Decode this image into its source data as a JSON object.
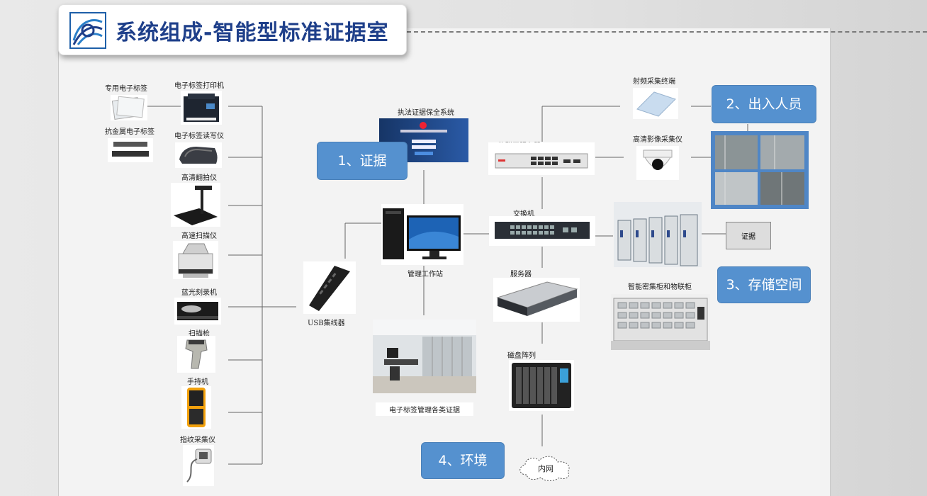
{
  "title": "系统组成-智能型标准证据室",
  "categories": {
    "evidence": "1、证据",
    "personnel": "2、出入人员",
    "storage": "3、存储空间",
    "environment": "4、环境"
  },
  "left_devices": {
    "dedicated_tag": "专用电子标签",
    "anti_metal_tag": "抗金属电子标签",
    "tag_printer": "电子标签打印机",
    "tag_reader_writer": "电子标签读写仪",
    "document_camera": "高清翻拍仪",
    "scanner": "高速扫描仪",
    "bluray_burner": "蓝光刻录机",
    "barcode_gun": "扫描枪",
    "handheld": "手持机",
    "fingerprint": "指纹采集仪"
  },
  "center": {
    "usb_hub": "USB集线器",
    "system_software": "执法证据保全系统",
    "workstation": "管理工作站",
    "room_photo_caption": "电子标签管理各类证据"
  },
  "right": {
    "rfid_terminal": "射频采集终端",
    "iot_server": "物联网服务器",
    "hd_camera": "高清影像采集仪",
    "switch": "交换机",
    "server": "服务器",
    "disk_array": "磁盘阵列",
    "intranet": "内网",
    "cabinet": "智能密集柜和物联柜",
    "evidence_box": "证据"
  }
}
